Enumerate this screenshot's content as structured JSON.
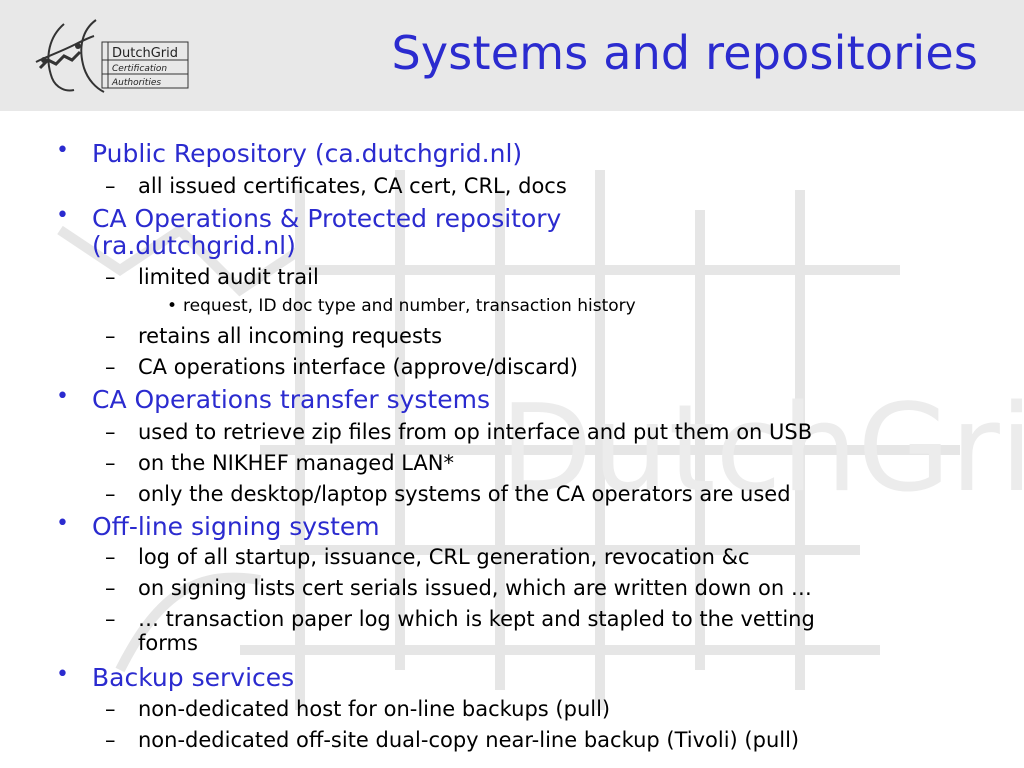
{
  "slide": {
    "title": "Systems and repositories",
    "logo": {
      "line1": "DutchGrid",
      "line2": "Certification",
      "line3": "Authorities"
    },
    "watermark_text": "DutchGrid"
  },
  "markers": {
    "bullet": "•",
    "dash": "–"
  },
  "content": {
    "b1": "Public Repository (ca.dutchgrid.nl)",
    "b1_1": "all issued certificates, CA cert, CRL, docs",
    "b2_line1": "CA Operations & Protected repository",
    "b2_line2": "(ra.dutchgrid.nl)",
    "b2_1": "limited audit trail",
    "b2_1_1": "request, ID doc type and number, transaction history",
    "b2_2": "retains all incoming requests",
    "b2_3": "CA operations interface (approve/discard)",
    "b3": "CA Operations transfer systems",
    "b3_1": "used to retrieve zip files from op interface and put them on USB",
    "b3_2": "on the NIKHEF managed LAN*",
    "b3_3": "only the desktop/laptop systems of the CA operators are used",
    "b4": "Off-line signing system",
    "b4_1": "log of all startup, issuance, CRL generation, revocation &c",
    "b4_2": "on signing lists cert serials issued, which are written down on …",
    "b4_3_line1": "… transaction paper log which is kept and stapled to the vetting",
    "b4_3_line2": "forms",
    "b5": "Backup services",
    "b5_1": "non-dedicated host for on-line backups (pull)",
    "b5_2": "non-dedicated off-site dual-copy near-line backup (Tivoli) (pull)"
  },
  "colors": {
    "title": "#2b2bcf",
    "header_bg": "#e8e8e8",
    "watermark": "#e6e6e6"
  }
}
